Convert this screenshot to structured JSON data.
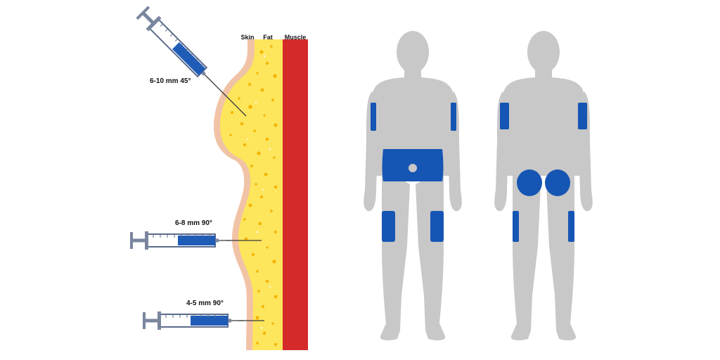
{
  "layer_labels": {
    "skin": "Skin",
    "fat": "Fat",
    "muscle": "Muscle"
  },
  "injections": [
    {
      "label": "6-10 mm 45°",
      "angle": "45°"
    },
    {
      "label": "6-8 mm 90°",
      "angle": "90°"
    },
    {
      "label": "4-5 mm 90°",
      "angle": "90°"
    }
  ],
  "body_views": [
    "front",
    "back"
  ],
  "colors": {
    "skin": "#f1c3a6",
    "fat": "#fde55c",
    "fat_dots": "#f4b300",
    "muscle": "#d42a2a",
    "body": "#c8c8c8",
    "injection_site": "#1555b3",
    "syringe_outline": "#5b6b8a",
    "syringe_fill": "#1f5cb8"
  },
  "icons": [
    "syringe-icon",
    "body-front-silhouette",
    "body-back-silhouette"
  ]
}
